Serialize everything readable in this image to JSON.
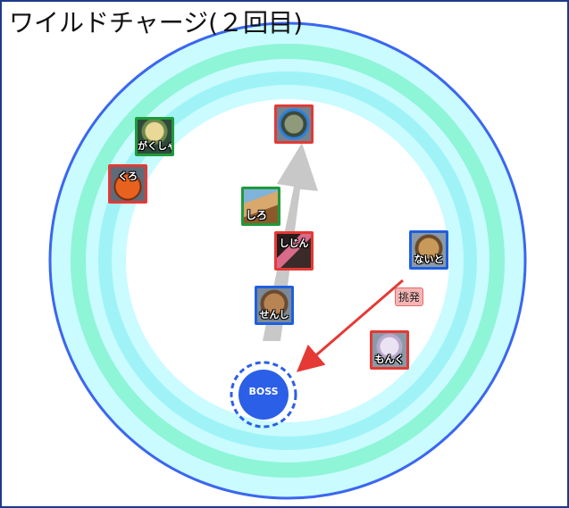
{
  "title": "ワイルドチャージ(２回目)",
  "colors": {
    "outer_ring_stroke": "#3b66f0",
    "ring_light": "#c9fbff",
    "ring_mint": "#8ef5d6",
    "ring_aqua": "#9ff3f6",
    "center_fill": "#ffffff",
    "movement_arrow": "#c8c8c8",
    "taunt_arrow": "#e53935",
    "boss_fill": "#2b5fe8",
    "tank_border": "#1e5fe0",
    "healer_border": "#1f9a3a",
    "dps_border": "#e53935"
  },
  "boss": {
    "label": "BOSS"
  },
  "taunt": {
    "label": "挑発"
  },
  "players": [
    {
      "id": "gakusha",
      "name": "がくしゃ",
      "role": "healer",
      "icon": "scholar-portrait"
    },
    {
      "id": "kuro",
      "name": "くろ",
      "role": "dps",
      "icon": "pumpkin-portrait"
    },
    {
      "id": "shiro",
      "name": "しろ",
      "role": "healer",
      "icon": "white-mage-portrait"
    },
    {
      "id": "top",
      "name": "",
      "role": "dps",
      "icon": "lizard-portrait"
    },
    {
      "id": "shijin",
      "name": "しじん",
      "role": "dps",
      "icon": "bard-portrait"
    },
    {
      "id": "naito",
      "name": "ないと",
      "role": "tank",
      "icon": "paladin-portrait"
    },
    {
      "id": "senshi",
      "name": "せんし",
      "role": "tank",
      "icon": "warrior-portrait"
    },
    {
      "id": "monku",
      "name": "もんく",
      "role": "dps",
      "icon": "monk-portrait"
    }
  ]
}
